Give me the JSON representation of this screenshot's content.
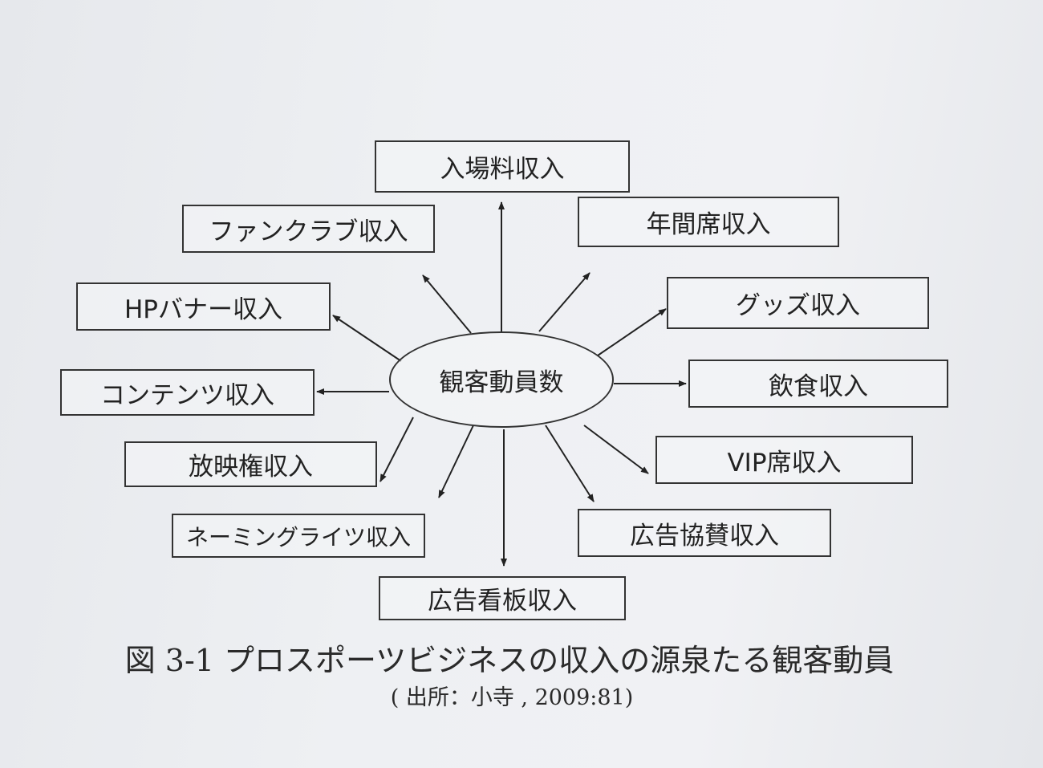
{
  "diagram": {
    "center": "観客動員数",
    "nodes": [
      "入場料収入",
      "ファンクラブ収入",
      "年間席収入",
      "HPバナー収入",
      "グッズ収入",
      "コンテンツ収入",
      "飲食収入",
      "放映権収入",
      "VIP席収入",
      "ネーミングライツ収入",
      "広告協賛収入",
      "広告看板収入"
    ]
  },
  "caption": {
    "title": "図 3-1 プロスポーツビジネスの収入の源泉たる観客動員",
    "source": "( 出所：小寺 , 2009:81)"
  }
}
